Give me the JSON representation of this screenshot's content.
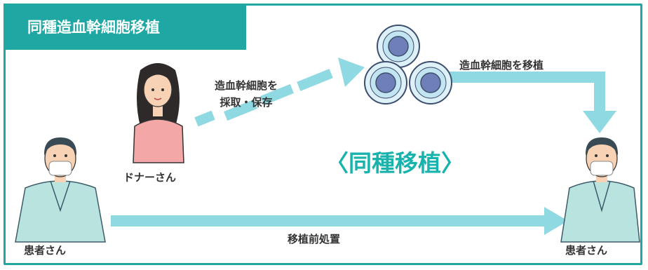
{
  "title": "同種造血幹細胞移植",
  "heading": "〈同種移植〉",
  "labels": {
    "collect_line1": "造血幹細胞を",
    "collect_line2": "採取・保存",
    "transplant": "造血幹細胞を移植",
    "donor": "ドナーさん",
    "conditioning": "移植前処置",
    "patient_left": "患者さん",
    "patient_right": "患者さん"
  },
  "colors": {
    "accent": "#1fa7a3",
    "heading": "#19b3ad",
    "arrow": "#8fd9e3",
    "gown": "#b9e3df",
    "cell": "#6f7fb8"
  }
}
